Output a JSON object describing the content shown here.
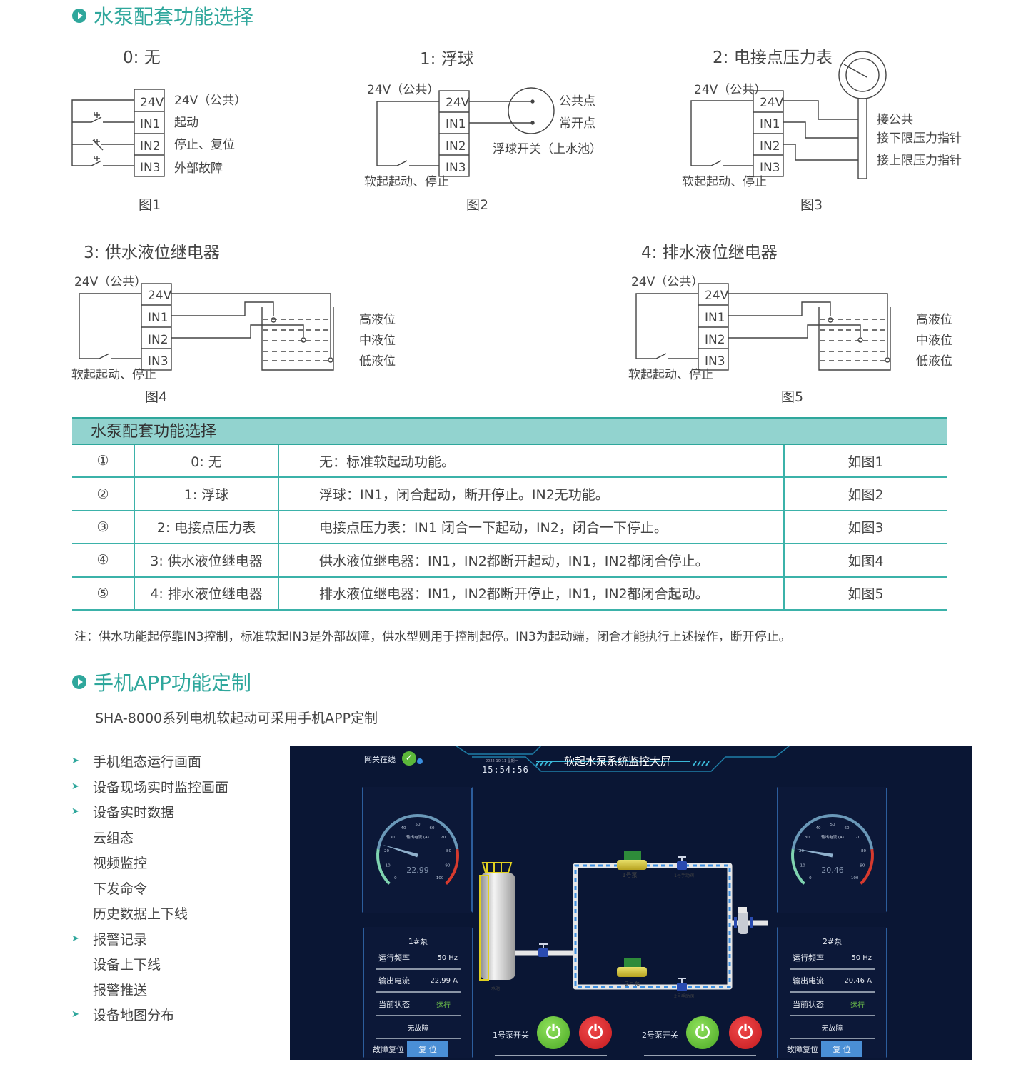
{
  "section1": {
    "title": "水泵配套功能选择"
  },
  "fig1": {
    "title": "0: 无",
    "terminals": [
      "24V",
      "IN1",
      "IN2",
      "IN3"
    ],
    "labels": [
      "24V（公共）",
      "起动",
      "停止、复位",
      "外部故障"
    ],
    "caption": "图1"
  },
  "fig2": {
    "title": "1: 浮球",
    "common": "24V（公共）",
    "terminals": [
      "24V",
      "IN1",
      "IN2",
      "IN3"
    ],
    "switch_label": "软起起动、停止",
    "point1": "公共点",
    "point2": "常开点",
    "float_label": "浮球开关（上水池）",
    "caption": "图2"
  },
  "fig3": {
    "title": "2: 电接点压力表",
    "common": "24V（公共）",
    "terminals": [
      "24V",
      "IN1",
      "IN2",
      "IN3"
    ],
    "switch_label": "软起起动、停止",
    "labels": [
      "接公共",
      "接下限压力指针",
      "接上限压力指针"
    ],
    "caption": "图3"
  },
  "fig4": {
    "title": "3: 供水液位继电器",
    "common": "24V（公共）",
    "terminals": [
      "24V",
      "IN1",
      "IN2",
      "IN3"
    ],
    "switch_label": "软起起动、停止",
    "levels": [
      "高液位",
      "中液位",
      "低液位"
    ],
    "caption": "图4"
  },
  "fig5": {
    "title": "4: 排水液位继电器",
    "common": "24V（公共）",
    "terminals": [
      "24V",
      "IN1",
      "IN2",
      "IN3"
    ],
    "switch_label": "软起起动、停止",
    "levels": [
      "高液位",
      "中液位",
      "低液位"
    ],
    "caption": "图5"
  },
  "table": {
    "header": "水泵配套功能选择",
    "rows": [
      {
        "no": "①",
        "mode": "0: 无",
        "desc": "无：标准软起动功能。",
        "ref": "如图1"
      },
      {
        "no": "②",
        "mode": "1: 浮球",
        "desc": "浮球：IN1，闭合起动，断开停止。IN2无功能。",
        "ref": "如图2"
      },
      {
        "no": "③",
        "mode": "2: 电接点压力表",
        "desc": "电接点压力表：IN1 闭合一下起动，IN2，闭合一下停止。",
        "ref": "如图3"
      },
      {
        "no": "④",
        "mode": "3: 供水液位继电器",
        "desc": "供水液位继电器：IN1，IN2都断开起动，IN1，IN2都闭合停止。",
        "ref": "如图4"
      },
      {
        "no": "⑤",
        "mode": "4: 排水液位继电器",
        "desc": "排水液位继电器：IN1，IN2都断开停止，IN1，IN2都闭合起动。",
        "ref": "如图5"
      }
    ]
  },
  "note": "注：供水功能起停靠IN3控制，标准软起IN3是外部故障，供水型则用于控制起停。IN3为起动端，闭合才能执行上述操作，断开停止。",
  "section2": {
    "title": "手机APP功能定制",
    "subtitle": "SHA-8000系列电机软起动可采用手机APP定制"
  },
  "features": [
    {
      "label": "手机组态运行画面",
      "arrow": true
    },
    {
      "label": "设备现场实时监控画面",
      "arrow": true
    },
    {
      "label": "设备实时数据",
      "arrow": true
    },
    {
      "label": "云组态",
      "arrow": false
    },
    {
      "label": "视频监控",
      "arrow": false
    },
    {
      "label": "下发命令",
      "arrow": false
    },
    {
      "label": "历史数据上下线",
      "arrow": false
    },
    {
      "label": "报警记录",
      "arrow": true
    },
    {
      "label": "设备上下线",
      "arrow": false
    },
    {
      "label": "报警推送",
      "arrow": false
    },
    {
      "label": "设备地图分布",
      "arrow": true
    }
  ],
  "dashboard": {
    "gateway": "网关在线",
    "date": "2022-10-11 星期一",
    "time": "15:54:56",
    "title": "软起水泵系统监控大屏",
    "gauge_title": "输出电流 (A)",
    "gauge_ticks": [
      "0",
      "10",
      "20",
      "30",
      "40",
      "50",
      "60",
      "70",
      "80",
      "90",
      "100"
    ],
    "pump1": {
      "gauge_value": 22.99,
      "gauge_text": "22.99",
      "name": "1#泵",
      "freq_label": "运行频率",
      "freq": "50 Hz",
      "current_label": "输出电流",
      "current": "22.99 A",
      "state_label": "当前状态",
      "state": "运行",
      "fault": "无故障",
      "reset_label": "故障复位",
      "reset_btn": "复 位",
      "switch_label": "1号泵开关",
      "pump_label": "1号泵",
      "valve_label": "1号手动阀"
    },
    "pump2": {
      "gauge_value": 20.46,
      "gauge_text": "20.46",
      "name": "2#泵",
      "freq_label": "运行频率",
      "freq": "50 Hz",
      "current_label": "输出电流",
      "current": "20.46 A",
      "state_label": "当前状态",
      "state": "运行",
      "fault": "无故障",
      "reset_label": "故障复位",
      "reset_btn": "复 位",
      "switch_label": "2号泵开关",
      "pump_label": "2号泵",
      "valve_label": "2号手动阀"
    },
    "tank_label": "水池",
    "colors": {
      "bg": "#0a1634",
      "green": "#5cc33a",
      "red": "#d9262a",
      "state": "#6cc04a"
    }
  }
}
